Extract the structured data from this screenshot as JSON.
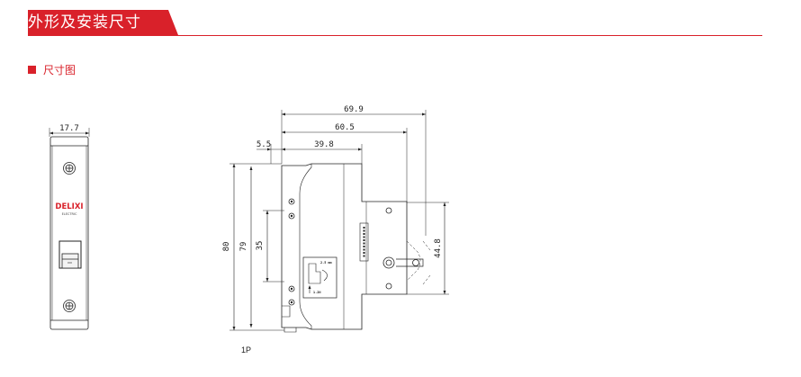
{
  "header": {
    "title": "外形及安装尺寸"
  },
  "section": {
    "label": "尺寸图"
  },
  "front_view": {
    "width_dim": "17.7",
    "brand": "DELIXI",
    "brand_sub": "ELECTRIC"
  },
  "side_view": {
    "dims": {
      "overall_depth": "69.9",
      "body_depth": "60.5",
      "front_depth": "39.8",
      "offset": "5.5",
      "height_total": "80",
      "height_body": "79",
      "rail_height": "35",
      "front_height": "44.8"
    },
    "label_note1": "2.5 mm",
    "label_note2": "1.2N"
  },
  "caption": "1P",
  "colors": {
    "accent": "#d9212a",
    "line": "#222222"
  }
}
